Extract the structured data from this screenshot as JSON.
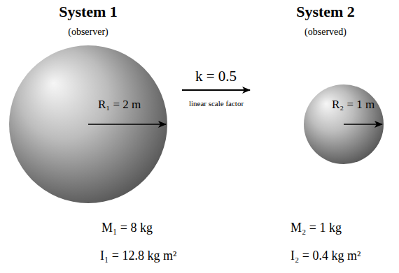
{
  "diagram": {
    "nodes": [
      {
        "text": [
          "System 1",
          "(observer)",
          "R₁ = 2 m"
        ]
      },
      {
        "text": [
          "System 2",
          "(observed)",
          "R₂ = 1 m"
        ]
      }
    ],
    "edges": [
      {
        "from": 0,
        "to": 1,
        "arrow": "to",
        "label": "k = 0.5"
      }
    ],
    "labels": [
      "linear scale factor",
      "M₁ = 8 kg",
      "M₂ = 1 kg",
      "I₁ = 12.8 kg m²",
      "I₂ = 0.4 kg m²"
    ]
  }
}
